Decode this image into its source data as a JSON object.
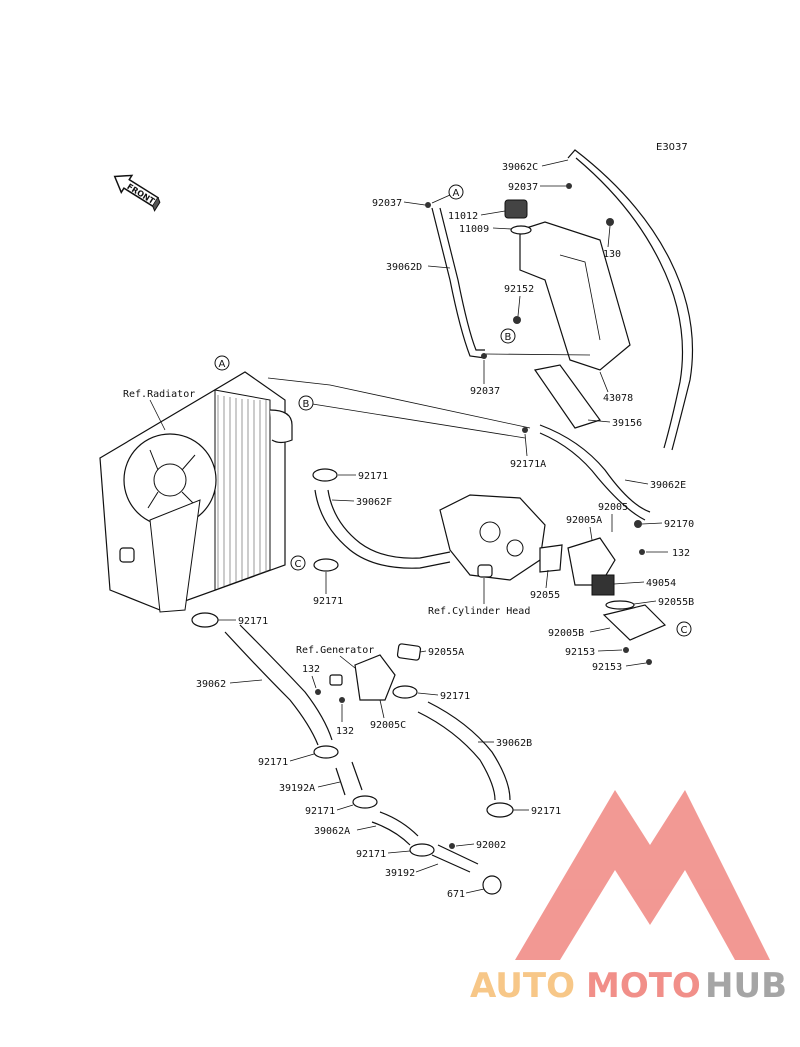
{
  "diagram": {
    "code": "E3037",
    "front_label": "FRONT",
    "references": {
      "radiator": "Ref.Radiator",
      "generator": "Ref.Generator",
      "cylinder_head": "Ref.Cylinder Head"
    },
    "callouts": {
      "a": "A",
      "b": "B",
      "c": "C"
    },
    "parts": {
      "p39062C": "39062C",
      "p92037_top": "92037",
      "p92037_left": "92037",
      "p11012": "11012",
      "p11009": "11009",
      "p130": "130",
      "p39062D": "39062D",
      "p92152": "92152",
      "p92037_bottom": "92037",
      "p43078": "43078",
      "p39156": "39156",
      "p92171A": "92171A",
      "p39062E": "39062E",
      "p92171_f": "92171",
      "p39062F": "39062F",
      "p92005": "92005",
      "p92005A": "92005A",
      "p92170": "92170",
      "p132_right": "132",
      "p92171_c": "92171",
      "p92055": "92055",
      "p49054": "49054",
      "p92055B": "92055B",
      "p92005B": "92005B",
      "p92153_a": "92153",
      "p92153_b": "92153",
      "p92171_rad": "92171",
      "p92055A": "92055A",
      "p132_gen_top": "132",
      "p132_gen_bottom": "132",
      "p39062": "39062",
      "p92171_gen": "92171",
      "p92005C": "92005C",
      "p39062B": "39062B",
      "p92171_l1": "92171",
      "p39192A": "39192A",
      "p92171_l2": "92171",
      "p92171_b": "92171",
      "p39062A": "39062A",
      "p92002": "92002",
      "p92171_l3": "92171",
      "p39192": "39192",
      "p671": "671"
    }
  },
  "watermark": {
    "word_part1": "AUTO",
    "word_part2": "MOTO",
    "word_part3": "HUB",
    "colors": {
      "logo": "#e8453c",
      "auto": "#f2a33a",
      "moto": "#e8453c",
      "hub": "#6b6b6b"
    }
  }
}
